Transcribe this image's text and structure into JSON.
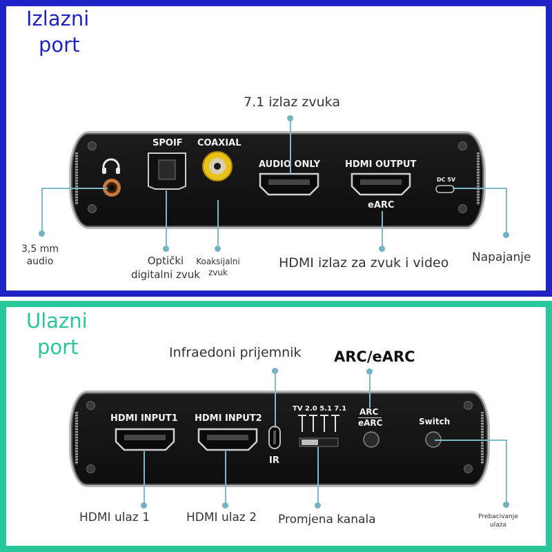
{
  "output_panel": {
    "title_line1": "Izlazni",
    "title_line2": "port",
    "title_color": "#1f22c4",
    "device_labels": {
      "spdif": "SPOIF",
      "coaxial": "COAXIAL",
      "audio_only": "AUDIO ONLY",
      "hdmi_output": "HDMI OUTPUT",
      "earc": "eARC",
      "dc": "DC 5V"
    },
    "callouts": {
      "audio_71": "7.1 izlaz zvuka",
      "jack_line1": "3,5 mm",
      "jack_line2": "audio",
      "optical_line1": "Optički",
      "optical_line2": "digitalni zvuk",
      "coax_line1": "Koaksijalni",
      "coax_line2": "zvuk",
      "hdmi_av": "HDMI izlaz za zvuk i video",
      "power": "Napajanje"
    },
    "icons": [
      "headphones-icon",
      "optical-port-icon",
      "coaxial-port-icon",
      "hdmi-port-icon",
      "usb-c-port-icon"
    ]
  },
  "input_panel": {
    "title_line1": "Ulazni",
    "title_line2": "port",
    "title_color": "#27c79a",
    "device_labels": {
      "input1": "HDMI INPUT1",
      "input2": "HDMI INPUT2",
      "ir": "IR",
      "tv_modes": "TV 2.0 5.1 7.1",
      "arc": "ARC",
      "earc": "eARC",
      "switch": "Switch"
    },
    "callouts": {
      "infrared": "Infraedoni prijemnik",
      "arc_earc": "ARC/eARC",
      "hdmi_in1": "HDMI ulaz 1",
      "hdmi_in2": "HDMI ulaz 2",
      "channel": "Promjena kanala",
      "switch_line1": "Prebacivanje",
      "switch_line2": "ulaza"
    },
    "icons": [
      "hdmi-port-icon",
      "ir-receiver-icon",
      "dip-switch-icon",
      "round-button-icon"
    ]
  }
}
